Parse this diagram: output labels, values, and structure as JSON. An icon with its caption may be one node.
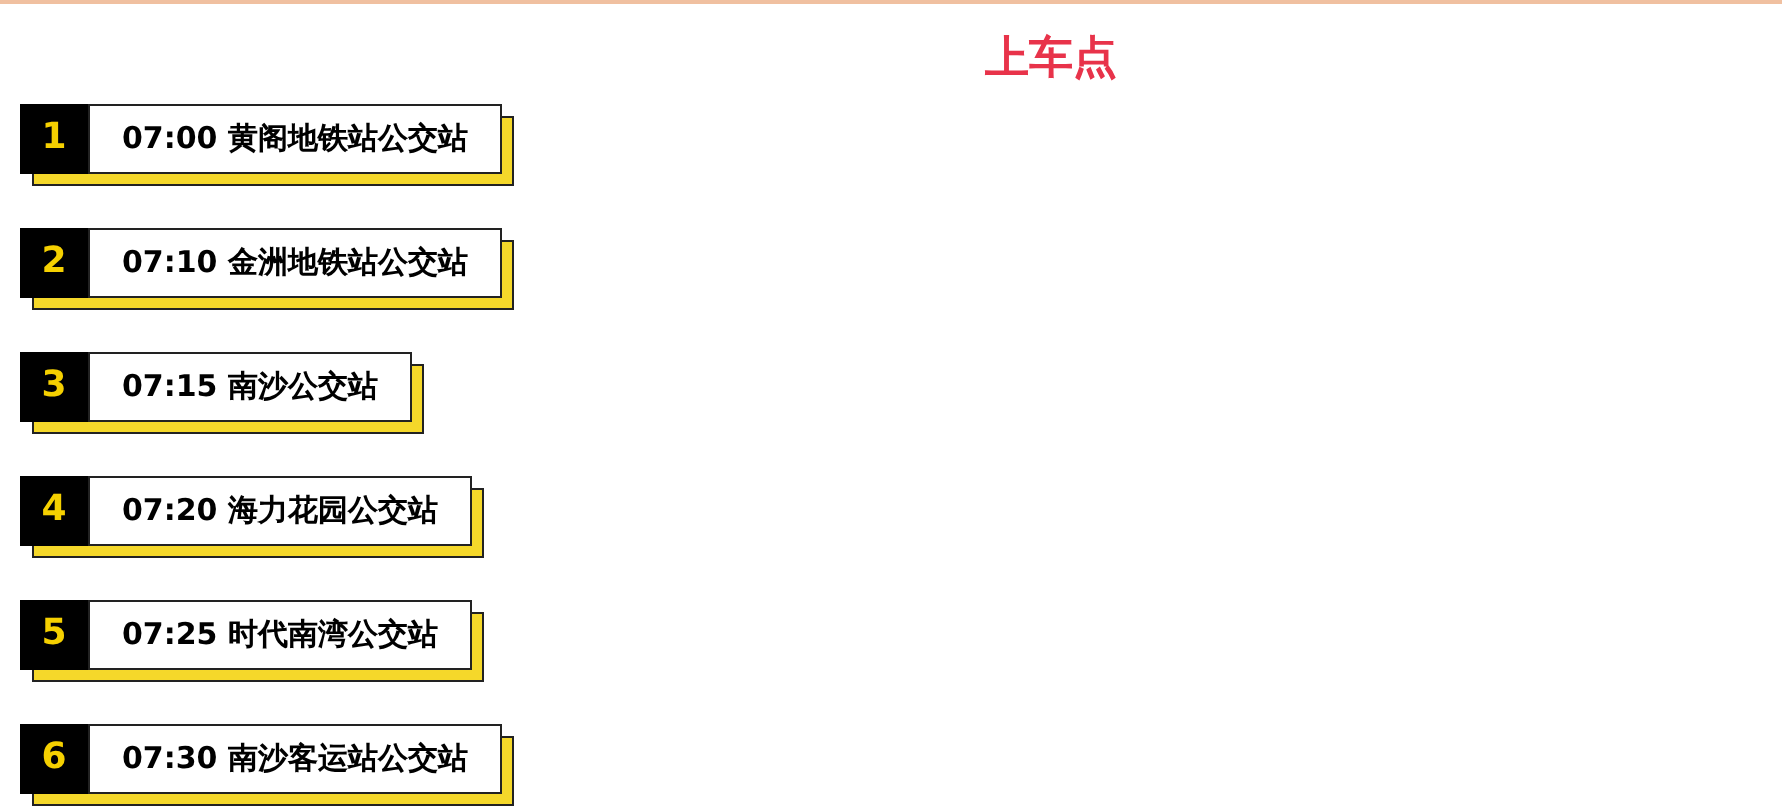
{
  "diagram": {
    "title": "上车点",
    "nodes": [
      {
        "text": [
          "1",
          "07:00 黄阁地铁站公交站"
        ]
      },
      {
        "text": [
          "2",
          "07:10 金洲地铁站公交站"
        ]
      },
      {
        "text": [
          "3",
          "07:15 南沙公交站"
        ]
      },
      {
        "text": [
          "4",
          "07:20 海力花园公交站"
        ]
      },
      {
        "text": [
          "5",
          "07:25 时代南湾公交站"
        ]
      },
      {
        "text": [
          "6",
          "07:30 南沙客运站公交站"
        ]
      }
    ]
  }
}
